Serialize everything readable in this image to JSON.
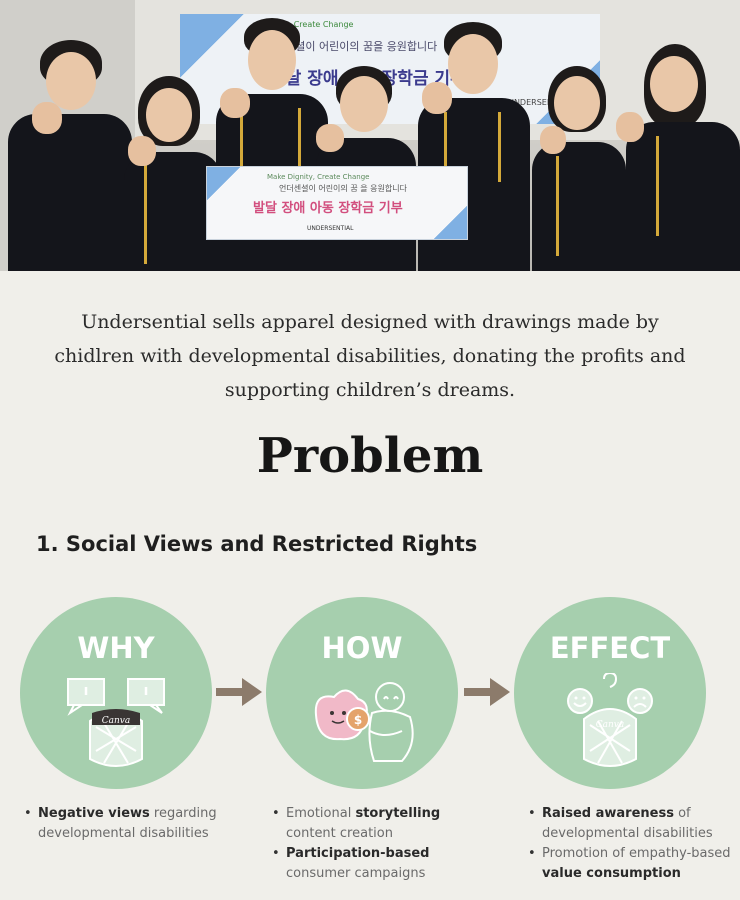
{
  "photo": {
    "banner_top": {
      "small": "Dignity, Create Change",
      "line1": "더센셜이 어린이의 꿈을 응원합니다",
      "line2": "발달 장애 아동 장학금 기부",
      "brand": "UNDERSENTIAL"
    },
    "held_banner": {
      "small": "Make Dignity, Create Change",
      "line1": "언더센셜이 어린이의 꿈 을 응원합니다",
      "line2": "발달 장애 아동 장학금 기부",
      "brand": "UNDERSENTIAL"
    }
  },
  "intro": "Undersential sells apparel designed with drawings made by chidlren with developmental disabilities, donating the profits and supporting children’s dreams.",
  "title": "Problem",
  "section_heading": "1. Social Views and Restricted Rights",
  "colors": {
    "circle": "#a6cfae",
    "arrow": "#8c7b6b",
    "background": "#f0efea"
  },
  "steps": [
    {
      "title": "WHY",
      "icon": "faces-with-speech-icon",
      "icon_label": "Canva",
      "bullets": [
        {
          "bold": "Negative views",
          "rest": " regarding developmental disabilities"
        }
      ]
    },
    {
      "title": "HOW",
      "icon": "storytelling-hug-icon",
      "bullets": [
        {
          "pre": "Emotional ",
          "bold": "storytelling",
          "rest": " content creation"
        },
        {
          "bold": "Participation-based",
          "rest": " consumer campaigns"
        }
      ]
    },
    {
      "title": "EFFECT",
      "icon": "awareness-emotions-icon",
      "icon_label": "Canva",
      "bullets": [
        {
          "bold": "Raised awareness",
          "rest": " of developmental disabilities"
        },
        {
          "pre": "Promotion of empathy-based ",
          "bold": "value consumption",
          "rest": ""
        }
      ]
    }
  ]
}
